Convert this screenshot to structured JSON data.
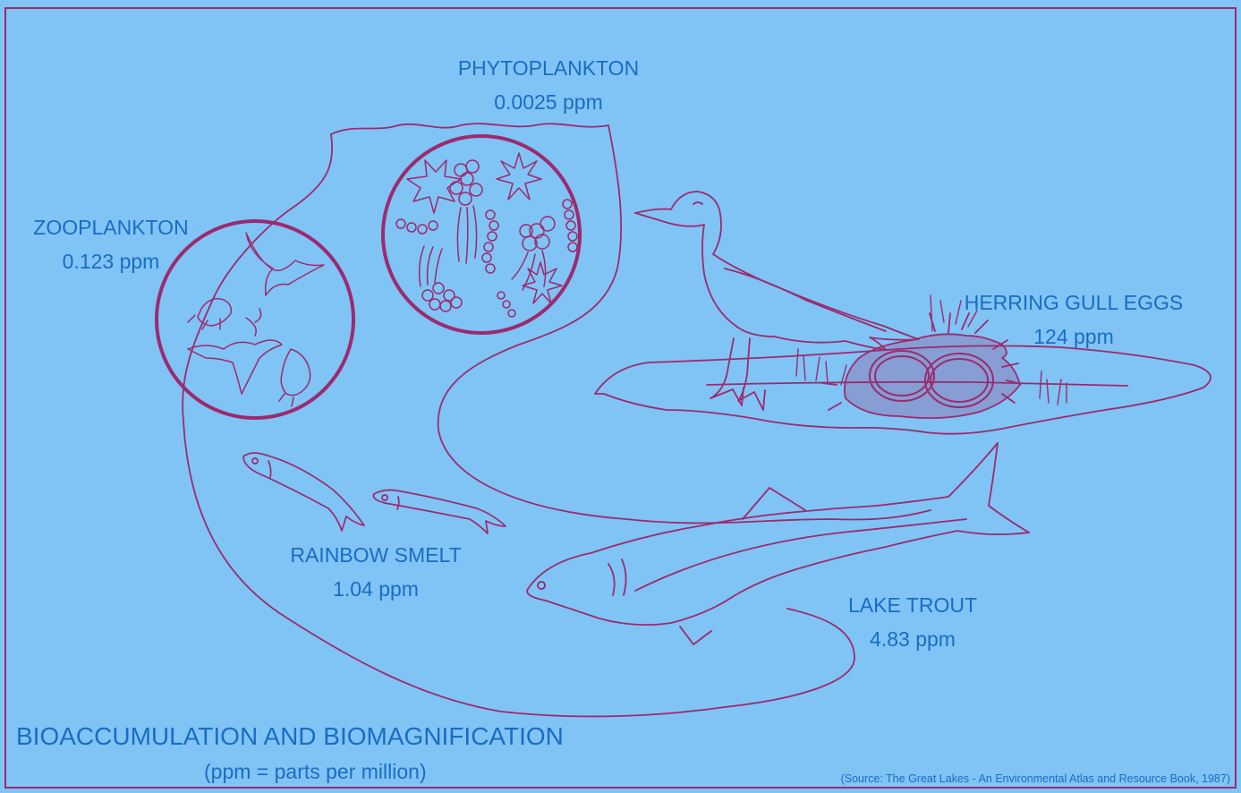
{
  "diagram": {
    "title": "BIOACCUMULATION AND BIOMAGNIFICATION",
    "subtitle": "(ppm = parts per million)",
    "source": "(Source: The Great Lakes - An Environmental Atlas and Resource Book, 1987)",
    "colors": {
      "background": "#7fc4f4",
      "line": "#9c2a6f",
      "text": "#1b6cc4"
    },
    "organisms": {
      "phytoplankton": {
        "name": "PHYTOPLANKTON",
        "concentration": "0.0025 ppm"
      },
      "zooplankton": {
        "name": "ZOOPLANKTON",
        "concentration": "0.123 ppm"
      },
      "herring_gull_eggs": {
        "name": "HERRING GULL EGGS",
        "concentration": "124 ppm"
      },
      "rainbow_smelt": {
        "name": "RAINBOW SMELT",
        "concentration": "1.04 ppm"
      },
      "lake_trout": {
        "name": "LAKE TROUT",
        "concentration": "4.83 ppm"
      }
    }
  }
}
